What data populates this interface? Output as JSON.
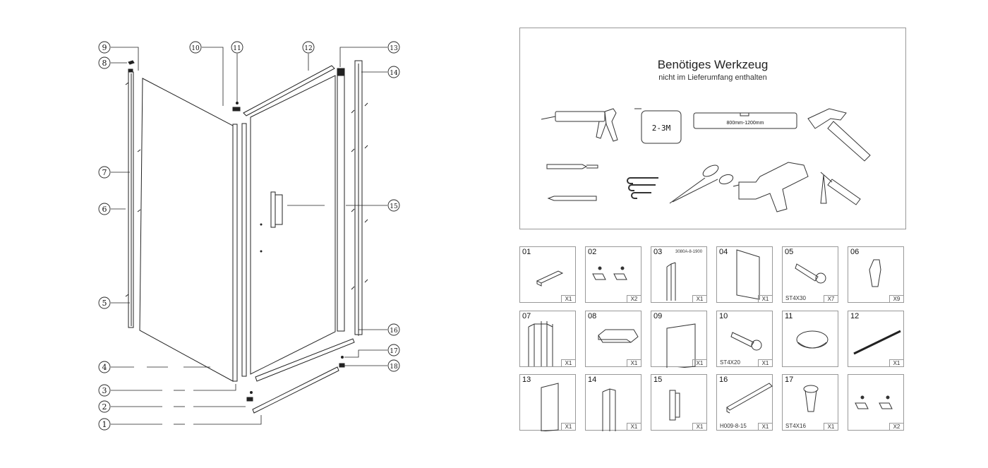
{
  "callouts": [
    "1",
    "2",
    "3",
    "4",
    "5",
    "6",
    "7",
    "8",
    "9",
    "10",
    "11",
    "12",
    "13",
    "14",
    "15",
    "16",
    "17",
    "18"
  ],
  "tools": {
    "title": "Benötiges Werkzeug",
    "subtitle": "nicht im Lieferumfang enthalten",
    "tape_label": "2-3M",
    "level_label": "800mm-1200mm",
    "items": [
      "caulking-gun",
      "tape-measure",
      "spirit-level",
      "hammer",
      "drill-bit",
      "hex-keys",
      "scissors",
      "cordless-drill",
      "screwdriver",
      "pencil"
    ]
  },
  "parts": [
    {
      "num": "01",
      "qty": "X1",
      "code": ""
    },
    {
      "num": "02",
      "qty": "X2",
      "code": ""
    },
    {
      "num": "03",
      "qty": "X1",
      "code": "3080A-8-1900"
    },
    {
      "num": "04",
      "qty": "X1",
      "code": ""
    },
    {
      "num": "05",
      "qty": "X7",
      "code": "ST4X30"
    },
    {
      "num": "06",
      "qty": "X9",
      "code": ""
    },
    {
      "num": "07",
      "qty": "X1",
      "code": ""
    },
    {
      "num": "08",
      "qty": "X1",
      "code": ""
    },
    {
      "num": "09",
      "qty": "X1",
      "code": ""
    },
    {
      "num": "10",
      "qty": "X1",
      "code": "ST4X20"
    },
    {
      "num": "11",
      "qty": "",
      "code": ""
    },
    {
      "num": "12",
      "qty": "X1",
      "code": ""
    },
    {
      "num": "13",
      "qty": "X1",
      "code": ""
    },
    {
      "num": "14",
      "qty": "X1",
      "code": ""
    },
    {
      "num": "15",
      "qty": "X1",
      "code": ""
    },
    {
      "num": "16",
      "qty": "X1",
      "code": "H009-8-15"
    },
    {
      "num": "17",
      "qty": "X1",
      "code": "ST4X16"
    },
    {
      "num": "",
      "qty": "X2",
      "code": ""
    }
  ]
}
